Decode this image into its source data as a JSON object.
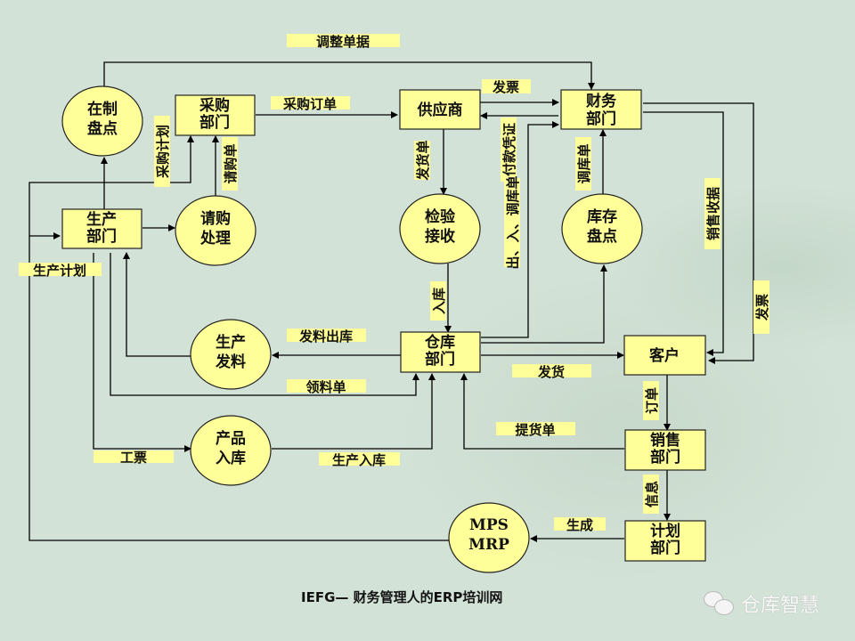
{
  "nodes": {
    "zaizhi_pandian": {
      "line1": "在制",
      "line2": "盘点",
      "shape": "ellipse"
    },
    "caigou_bumen": {
      "line1": "采购",
      "line2": "部门",
      "shape": "rect"
    },
    "gongyingshang": {
      "line1": "供应商",
      "line2": "",
      "shape": "rect"
    },
    "caiwu_bumen": {
      "line1": "财务",
      "line2": "部门",
      "shape": "rect"
    },
    "shengchan_bumen": {
      "line1": "生产",
      "line2": "部门",
      "shape": "rect"
    },
    "qinggou_chuli": {
      "line1": "请购",
      "line2": "处理",
      "shape": "ellipse"
    },
    "jianyan_jieshou": {
      "line1": "检验",
      "line2": "接收",
      "shape": "ellipse"
    },
    "kucun_pandian": {
      "line1": "库存",
      "line2": "盘点",
      "shape": "ellipse"
    },
    "shengchan_faliao": {
      "line1": "生产",
      "line2": "发料",
      "shape": "ellipse"
    },
    "cangku_bumen": {
      "line1": "仓库",
      "line2": "部门",
      "shape": "rect"
    },
    "kehu": {
      "line1": "客户",
      "line2": "",
      "shape": "rect"
    },
    "chanpin_ruku": {
      "line1": "产品",
      "line2": "入库",
      "shape": "ellipse"
    },
    "xiaoshou_bumen": {
      "line1": "销售",
      "line2": "部门",
      "shape": "rect"
    },
    "mps_mrp": {
      "line1": "MPS",
      "line2": "MRP",
      "shape": "ellipse"
    },
    "jihua_bumen": {
      "line1": "计划",
      "line2": "部门",
      "shape": "rect"
    }
  },
  "labels": {
    "tiaozheng_danju": "调整单据",
    "caigou_dingdan": "采购订单",
    "fapiao_top": "发票",
    "caigou_jihua": "采购计划",
    "qinggou_dan": "请购单",
    "fahuo_dan": "发货单",
    "fukuan_pingzheng": "付款凭证",
    "churu_tiaoku_dan": "出、入、调库单",
    "tiaoku_dan": "调库单",
    "xiaoshou_shouju": "销售收据",
    "fapiao_right": "发票",
    "shengchan_jihua": "生产计划",
    "ruku": "入库",
    "faliao_chuku": "发料出库",
    "lingliao_dan": "领料单",
    "fahuo": "发货",
    "dingdan": "订单",
    "tihuo_dan": "提货单",
    "gongpiao": "工票",
    "shengchan_ruku": "生产入库",
    "xinxi": "信息",
    "shengcheng": "生成"
  },
  "footer": {
    "text": "IEFG— 财务管理人的ERP培训网"
  },
  "watermark": {
    "icon": "wechat-icon",
    "text": "仓库智慧"
  },
  "colors": {
    "node_fill": "#ffff99",
    "label_bg": "#ffff99",
    "line": "#000000",
    "background": "#d3e2d6"
  }
}
